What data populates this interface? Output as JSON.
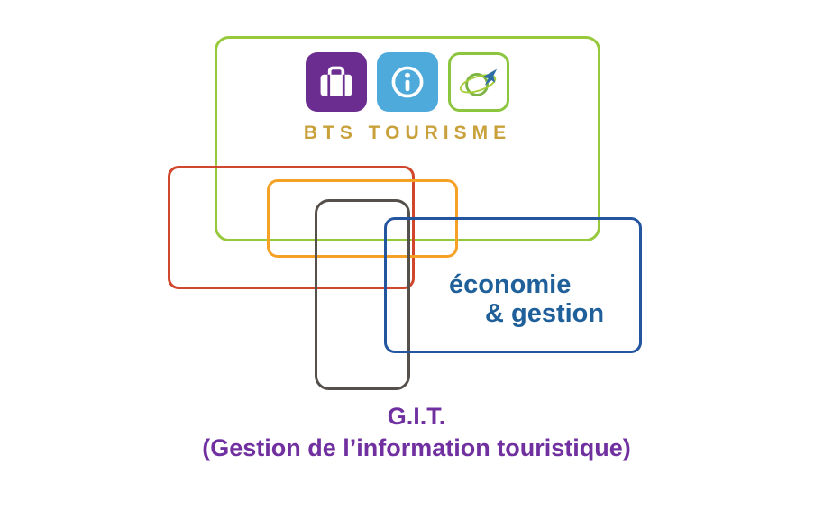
{
  "logo": {
    "title": "BTS TOURISME",
    "title_color": "#c9a13b",
    "icons": [
      {
        "name": "suitcase-icon",
        "bg": "#6b2d90"
      },
      {
        "name": "info-icon",
        "bg": "#4faadc"
      },
      {
        "name": "globe-plane-icon",
        "bg": "#ffffff",
        "border": "#8cc63e"
      }
    ]
  },
  "economie": {
    "line1": "économie",
    "line2": "& gestion",
    "color": "#20609a"
  },
  "caption": {
    "title": "G.I.T.",
    "subtitle": "(Gestion de l’information touristique)",
    "color": "#7030a0"
  },
  "frames": {
    "green": "#97c93d",
    "red": "#d0472e",
    "orange": "#f5a125",
    "dark": "#55504b",
    "blue": "#2456a0"
  }
}
